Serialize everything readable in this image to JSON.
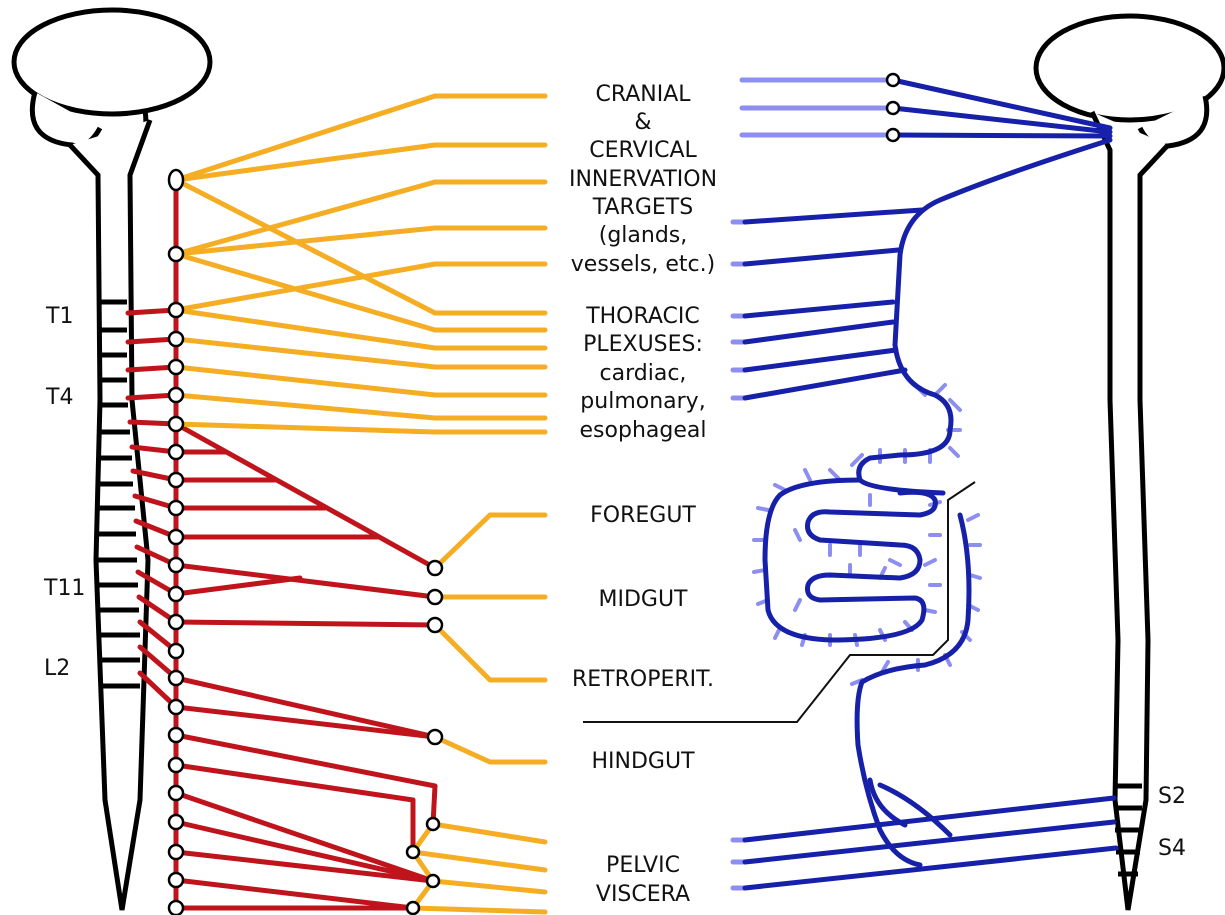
{
  "colors": {
    "sympathetic_pre": "#c0141c",
    "sympathetic_post": "#f5ad24",
    "parasympathetic_pre": "#1620a8",
    "parasympathetic_post": "#8c8ef0",
    "cord": "#000000"
  },
  "segments_left": [
    "T1",
    "T4",
    "T11",
    "L2"
  ],
  "segments_right": [
    "S2",
    "S4"
  ],
  "targets": {
    "cranial": [
      "CRANIAL",
      "&",
      "CERVICAL",
      "INNERVATION",
      "TARGETS",
      "(glands,",
      "vessels, etc.)"
    ],
    "thoracic": [
      "THORACIC",
      "PLEXUSES:",
      "cardiac,",
      "pulmonary,",
      "esophageal"
    ],
    "foregut": "FOREGUT",
    "midgut": "MIDGUT",
    "retroperit": "RETROPERIT.",
    "hindgut": "HINDGUT",
    "pelvic": [
      "PELVIC",
      "VISCERA"
    ]
  }
}
